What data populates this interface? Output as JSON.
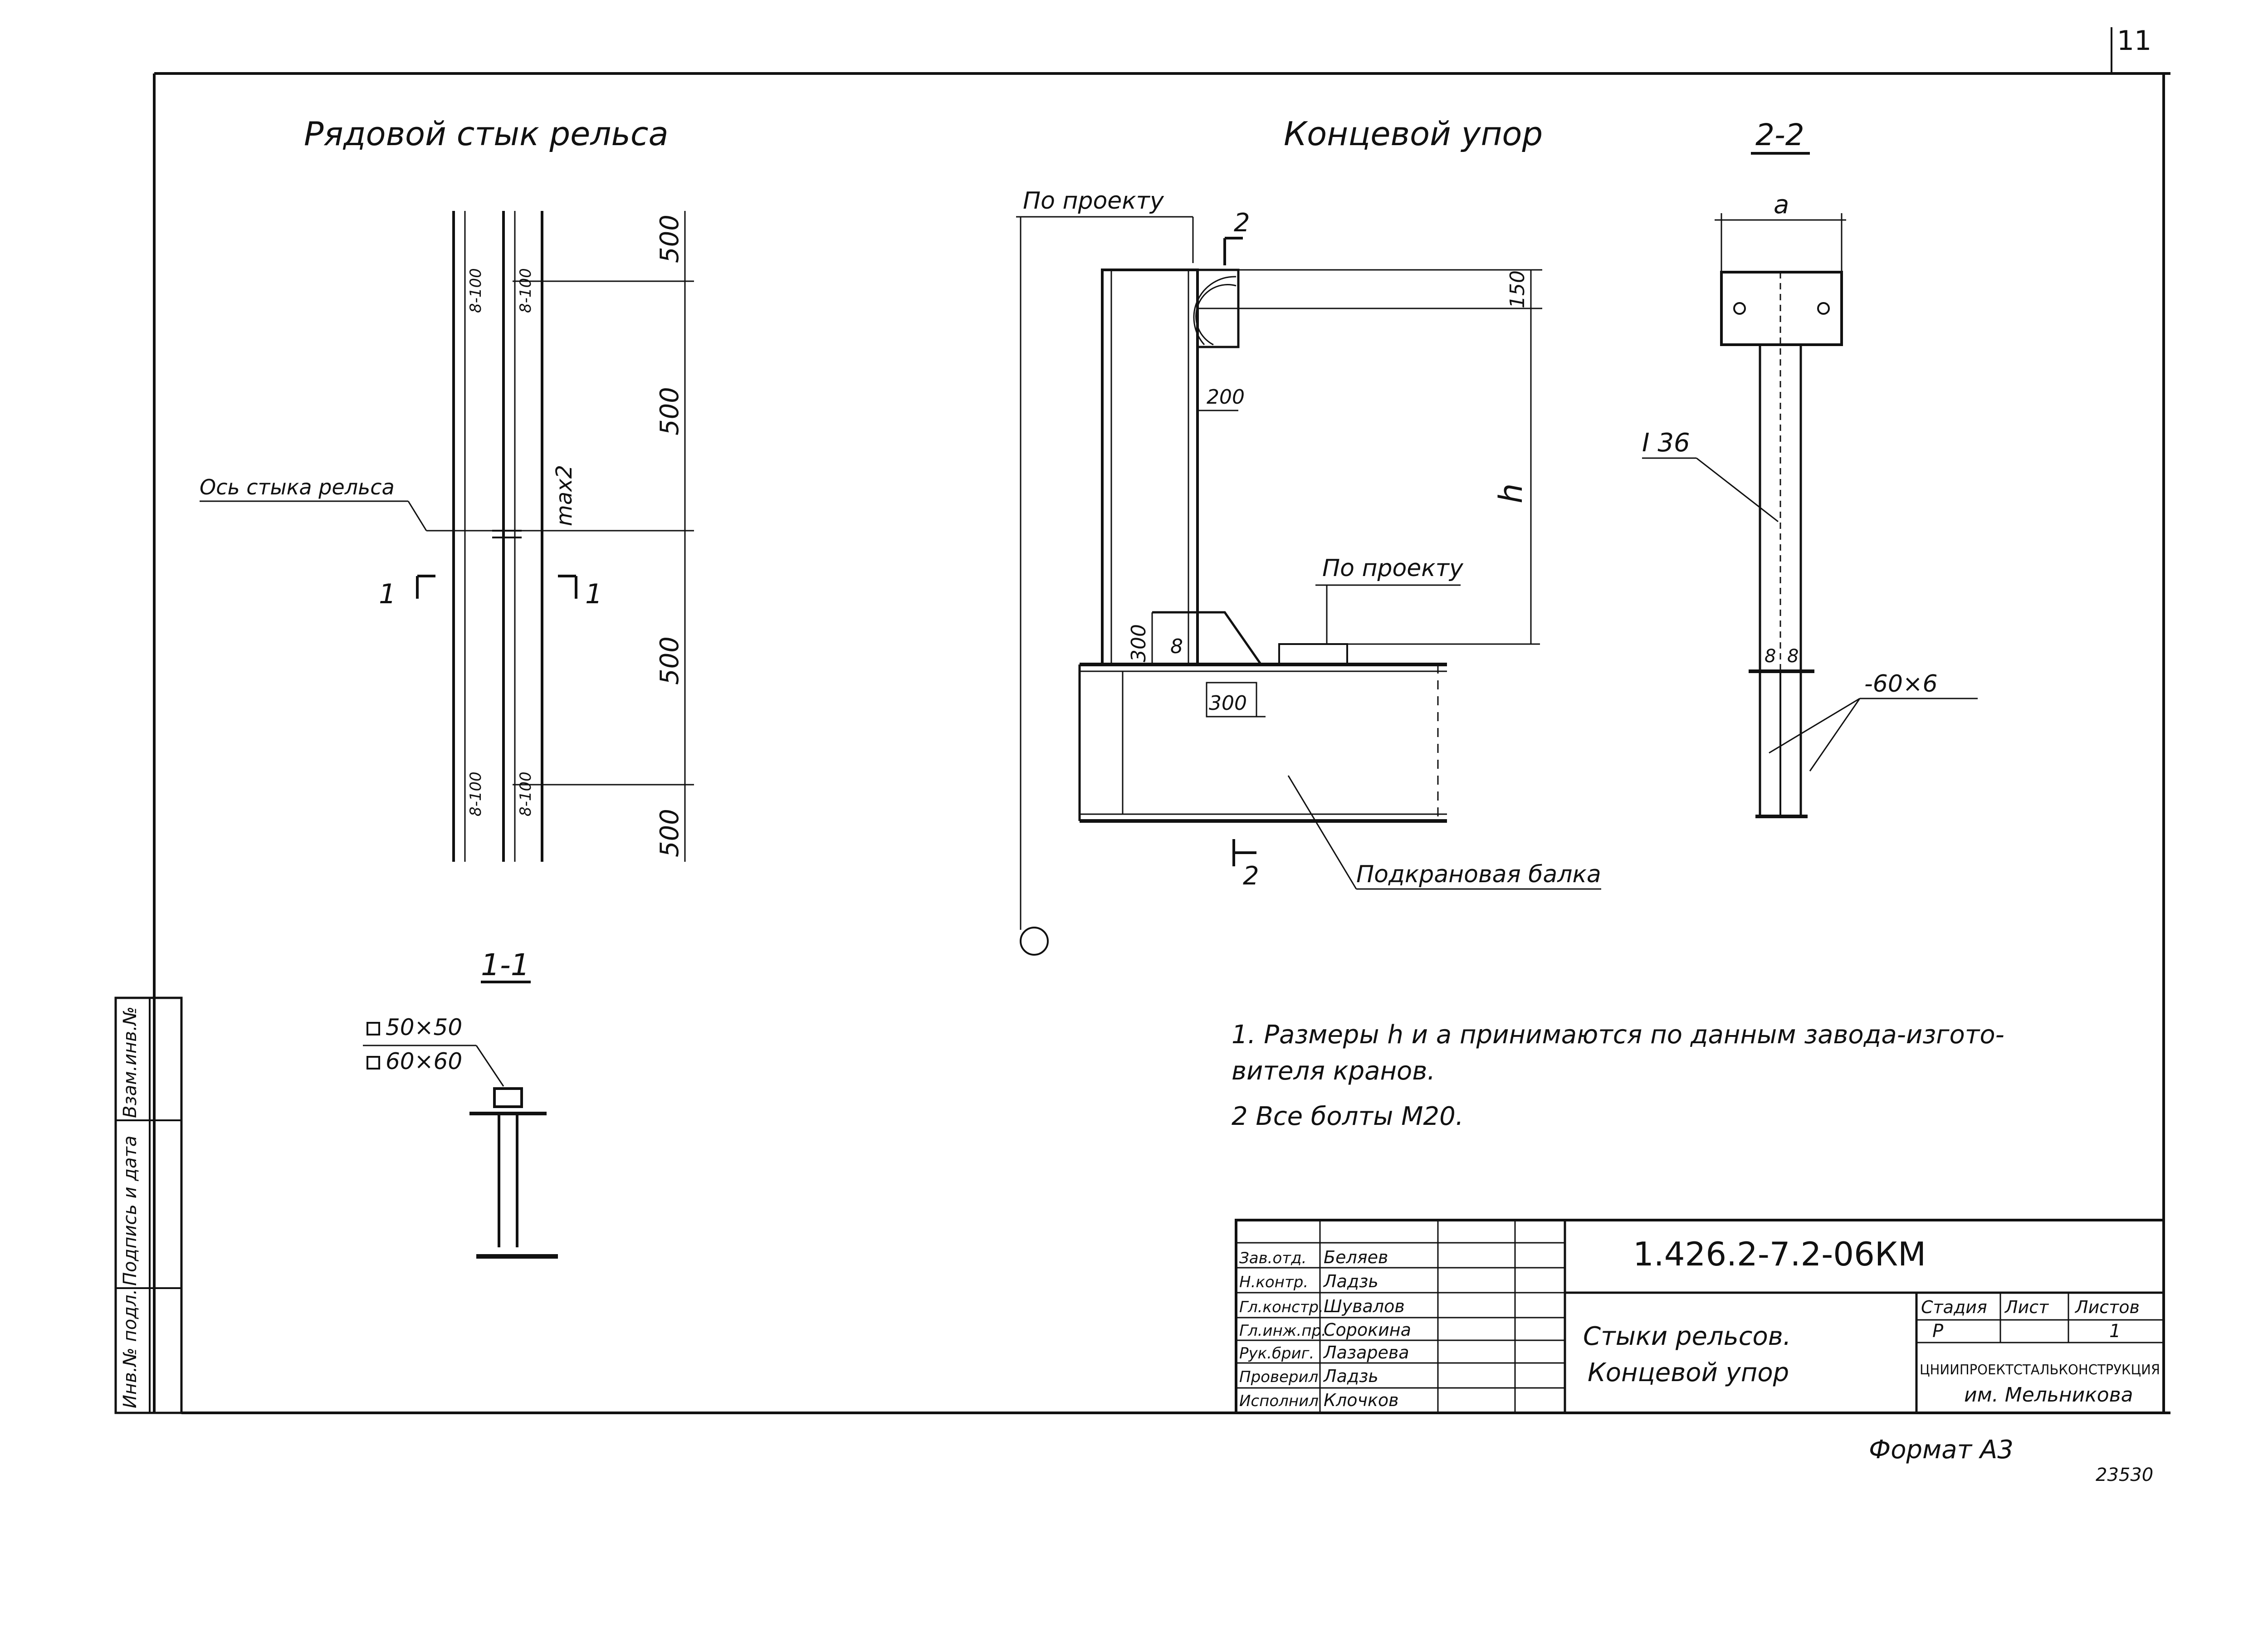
{
  "sheet": {
    "page_number": "11",
    "format": "Формат А3",
    "archive_number": "23530"
  },
  "views": {
    "rail_joint": {
      "title": "Рядовой стык рельса",
      "axis_label": "Ось стыка рельса",
      "dims": [
        "500",
        "500",
        "500",
        "500"
      ],
      "gap_label": "max2",
      "weld_marks": [
        "8-100",
        "8-100",
        "8-100",
        "8-100"
      ],
      "section_marks": [
        "1",
        "1"
      ]
    },
    "section_1_1": {
      "title": "1-1",
      "profiles": [
        "50×50",
        "60×60"
      ]
    },
    "end_stop": {
      "title": "Концевой упор",
      "by_project_top": "По проекту",
      "by_project_mid": "По проекту",
      "section_mark": "2",
      "dims": {
        "d150": "150",
        "d200": "200",
        "d300v": "300",
        "d300h": "300",
        "h": "h",
        "weld8": "8"
      },
      "beam_label": "Подкрановая балка"
    },
    "section_2_2": {
      "title": "2-2",
      "dim_a": "a",
      "profile": "I 36",
      "welds": [
        "8",
        "8"
      ],
      "plate": "-60×6"
    }
  },
  "notes": [
    "1. Размеры h и a принимаются по данным завода-изгото-",
    "вителя кранов.",
    "2 Все болты М20."
  ],
  "side_stamp": [
    "Инв.№ подл.",
    "Подпись и дата",
    "Взам.инв.№"
  ],
  "title_block": {
    "code": "1.426.2-7.2-06КМ",
    "drawing_title": [
      "Стыки рельсов.",
      "Концевой упор"
    ],
    "roles": [
      {
        "role": "Зав.отд.",
        "name": "Беляев"
      },
      {
        "role": "Н.контр.",
        "name": "Ладзь"
      },
      {
        "role": "Гл.констр.",
        "name": "Шувалов"
      },
      {
        "role": "Гл.инж.пр.",
        "name": "Сорокина"
      },
      {
        "role": "Рук.бриг.",
        "name": "Лазарева"
      },
      {
        "role": "Проверил",
        "name": "Ладзь"
      },
      {
        "role": "Исполнил",
        "name": "Клочков"
      }
    ],
    "stage_header": "Стадия",
    "sheet_header": "Лист",
    "sheets_header": "Листов",
    "stage": "Р",
    "sheets": "1",
    "organization": [
      "ЦНИИПРОЕКТСТАЛЬКОНСТРУКЦИЯ",
      "им. Мельникова"
    ]
  }
}
